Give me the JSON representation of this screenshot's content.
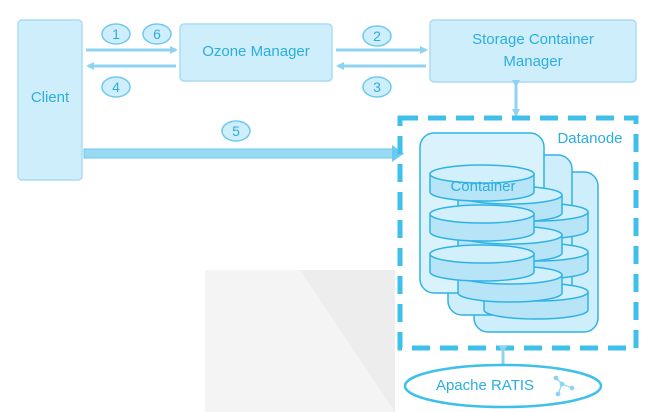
{
  "nodes": {
    "client": "Client",
    "ozone_manager": "Ozone Manager",
    "scm": "Storage Container Manager",
    "datanode": "Datanode",
    "container": "Container",
    "ratis": "Apache RATIS"
  },
  "steps": [
    "1",
    "6",
    "2",
    "4",
    "3",
    "5"
  ],
  "colors": {
    "box_fill": "#cfeefb",
    "box_stroke": "#a9dcf3",
    "text": "#2aaee0",
    "arrow": "#8fd3f2",
    "datanode_border": "#3ec0ea",
    "cyl_fill": "#b8e4f7",
    "cyl_stroke": "#2fb3e4",
    "watermark": "#f3f3f3"
  }
}
